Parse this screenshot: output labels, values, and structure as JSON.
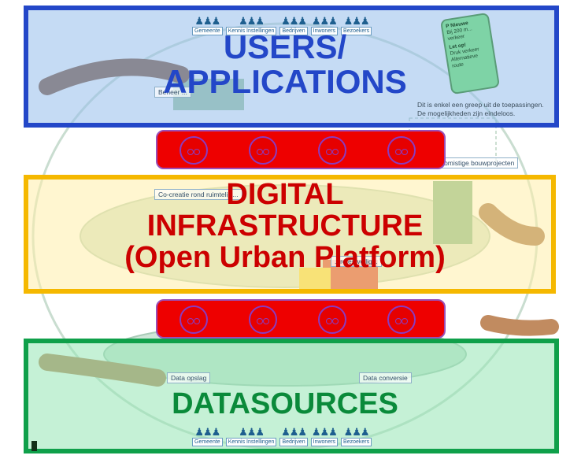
{
  "layers": {
    "users": {
      "title_line1": "USERS/",
      "title_line2": "APPLICATIONS"
    },
    "infrastructure": {
      "title_line1": "DIGITAL",
      "title_line2": "INFRASTRUCTURE",
      "title_line3": "(Open Urban Platform)"
    },
    "datasources": {
      "title": "DATASOURCES"
    }
  },
  "stakeholders": [
    "Gemeente",
    "Kennis Instellingen",
    "Bedrijven",
    "Inwoners",
    "Bezoekers"
  ],
  "illustration_text": {
    "note_line1": "Dit is enkel een greep uit de toepassingen.",
    "note_line2": "De mogelijkheden zijn eindeloos.",
    "cocreation": "Co-creatie rond ruimtelijk...",
    "bouwprojecten": "...omistige bouwprojecten",
    "data_opslag": "Data opslag",
    "data_conversie": "Data conversie",
    "beheer": "Beheer ...",
    "veiligheid": "...rotes veilig..."
  },
  "phone": {
    "line1": "P Nieuwe",
    "line2": "Bij 200 m... verkeer",
    "line3": "Let op!",
    "line4": "Druk verkeer",
    "line5": "Alternatieve route"
  },
  "colors": {
    "users": "#2347c8",
    "infrastructure_border": "#f5b800",
    "infrastructure_text": "#cc0000",
    "datasources": "#0fa04a",
    "connector": "#ee0000"
  }
}
